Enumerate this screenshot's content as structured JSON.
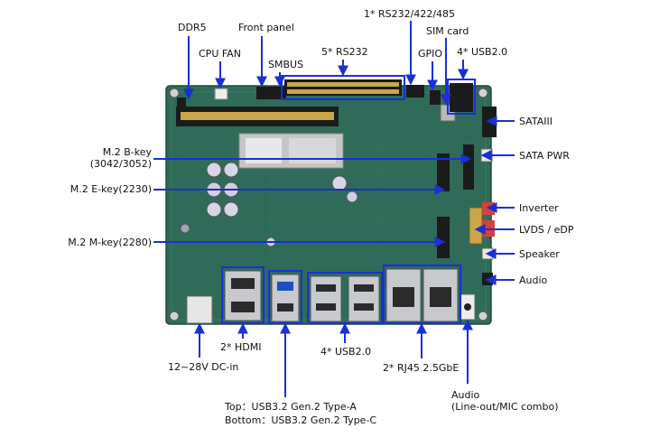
{
  "diagram": {
    "colors": {
      "pcb": "#2f6b58",
      "pcb_dark": "#1f4c3d",
      "annotation": "#1a2fd8",
      "label_text": "#111111",
      "metal": "#b9bcc0",
      "connector_black": "#1b1b1b"
    },
    "labels": {
      "ddr5": "DDR5",
      "cpu_fan": "CPU FAN",
      "front_panel": "Front panel",
      "smbus": "SMBUS",
      "rs232_5": "5* RS232",
      "rs232_422_485": "1* RS232/422/485",
      "gpio": "GPIO",
      "sim_card": "SIM card",
      "usb20_top": "4* USB2.0",
      "sataiii": "SATAIII",
      "sata_pwr": "SATA PWR",
      "inverter": "Inverter",
      "lvds_edp": "LVDS / eDP",
      "speaker": "Speaker",
      "audio_right": "Audio",
      "m2_bkey_line1": "M.2 B-key",
      "m2_bkey_line2": "(3042/3052)",
      "m2_ekey": "M.2 E-key(2230)",
      "m2_mkey": "M.2 M-key(2280)",
      "hdmi": "2* HDMI",
      "dc_in": "12~28V DC-in",
      "usb32_top": "Top：USB3.2 Gen.2 Type-A",
      "usb32_bottom": "Bottom：USB3.2 Gen.2 Type-C",
      "usb20_bottom": "4* USB2.0",
      "rj45": "2* RJ45 2.5GbE",
      "audio_bottom_line1": "Audio",
      "audio_bottom_line2": "(Line-out/MIC combo)"
    }
  }
}
